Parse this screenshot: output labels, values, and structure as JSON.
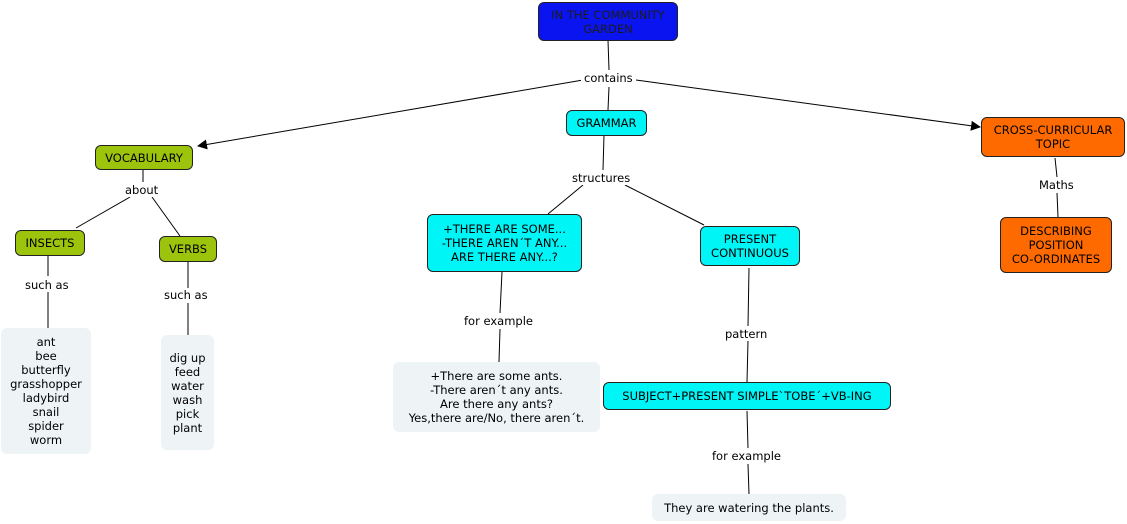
{
  "root": "IN THE COMMUNITY\nGARDEN",
  "links": {
    "contains": "contains",
    "about": "about",
    "structures": "structures",
    "maths": "Maths",
    "insects_such_as": "such as",
    "verbs_such_as": "such as",
    "for_example_1": "for example",
    "pattern": "pattern",
    "for_example_2": "for example"
  },
  "nodes": {
    "vocabulary": "VOCABULARY",
    "grammar": "GRAMMAR",
    "cross_curricular": "CROSS-CURRICULAR\nTOPIC",
    "insects": "INSECTS",
    "verbs": "VERBS",
    "there_are": "+THERE ARE SOME...\n-THERE AREN´T ANY...\nARE THERE ANY...?",
    "present_continuous": "PRESENT\nCONTINUOUS",
    "describing": "DESCRIBING\nPOSITION\nCO-ORDINATES",
    "subject_pattern": "SUBJECT+PRESENT SIMPLE`TOBE´+VB-ING"
  },
  "leaves": {
    "insects_list": "ant\nbee\nbutterfly\ngrasshopper\nladybird\nsnail\nspider\nworm",
    "verbs_list": "dig up\nfeed\nwater\nwash\npick\nplant",
    "there_examples": "+There are some ants.\n-There aren´t any ants.\nAre there any ants?\nYes,there are/No, there aren´t.",
    "continuous_example": "They are watering the plants."
  },
  "colors": {
    "root": "#0a14f0",
    "grammar": "#00f5f7",
    "vocabulary": "#9dc40c",
    "cross_curricular": "#ff6a00",
    "leaf": "#eef3f5"
  }
}
